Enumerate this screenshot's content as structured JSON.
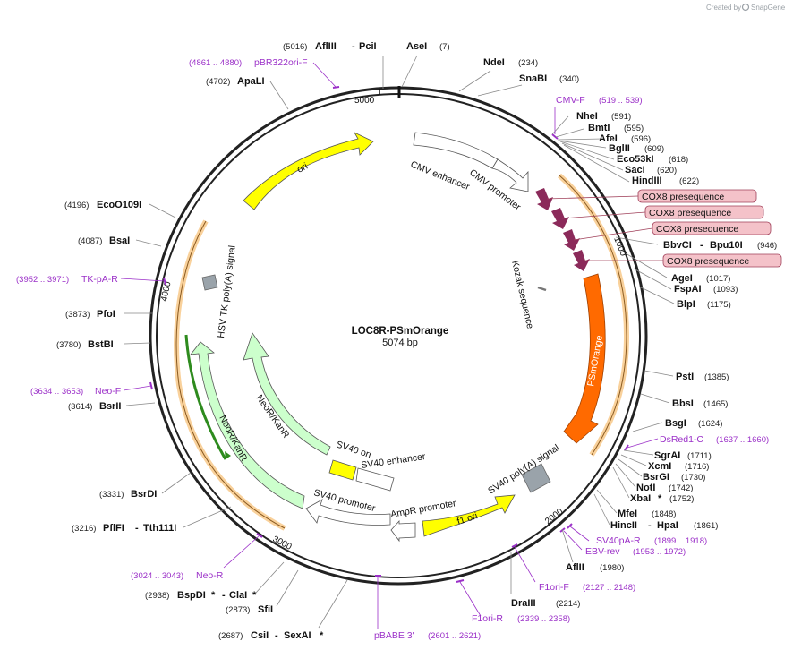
{
  "credit": {
    "created_by": "Created by",
    "brand": "SnapGene"
  },
  "plasmid": {
    "name": "LOC8R-PSmOrange",
    "length": "5074 bp"
  },
  "ticks": {
    "t1000": "1000",
    "t2000": "2000",
    "t3000": "3000",
    "t4000": "4000",
    "t5000": "5000"
  },
  "sites": {
    "afliii_top": {
      "pos": "(5016)",
      "name": "AflIII",
      "name2": "PciI"
    },
    "asei": {
      "name": "AseI",
      "pos": "(7)"
    },
    "ndei": {
      "name": "NdeI",
      "pos": "(234)"
    },
    "snabi": {
      "name": "SnaBI",
      "pos": "(340)"
    },
    "nhei": {
      "name": "NheI",
      "pos": "(591)"
    },
    "bmti": {
      "name": "BmtI",
      "pos": "(595)"
    },
    "afei": {
      "name": "AfeI",
      "pos": "(596)"
    },
    "bglii": {
      "name": "BglII",
      "pos": "(609)"
    },
    "eco53ki": {
      "name": "Eco53kI",
      "pos": "(618)"
    },
    "saci": {
      "name": "SacI",
      "pos": "(620)"
    },
    "hindiii": {
      "name": "HindIII",
      "pos": "(622)"
    },
    "bbvci": {
      "name": "BbvCI",
      "name2": "Bpu10I",
      "pos": "(946)"
    },
    "agei": {
      "name": "AgeI",
      "pos": "(1017)"
    },
    "fspai": {
      "name": "FspAI",
      "pos": "(1093)"
    },
    "blpi": {
      "name": "BlpI",
      "pos": "(1175)"
    },
    "psti": {
      "name": "PstI",
      "pos": "(1385)"
    },
    "bbsi": {
      "name": "BbsI",
      "pos": "(1465)"
    },
    "bsgi": {
      "name": "BsgI",
      "pos": "(1624)"
    },
    "sgrai": {
      "name": "SgrAI",
      "pos": "(1711)"
    },
    "xcmi": {
      "name": "XcmI",
      "pos": "(1716)"
    },
    "bsrgi": {
      "name": "BsrGI",
      "pos": "(1730)"
    },
    "noti": {
      "name": "NotI",
      "pos": "(1742)"
    },
    "xbai": {
      "name": "XbaI",
      "star": "*",
      "pos": "(1752)"
    },
    "mfei": {
      "name": "MfeI",
      "pos": "(1848)"
    },
    "hincii": {
      "name": "HincII",
      "name2": "HpaI",
      "pos": "(1861)"
    },
    "afliii_b": {
      "name": "AflII",
      "pos": "(1980)"
    },
    "draiii": {
      "name": "DraIII",
      "pos": "(2214)"
    },
    "csii": {
      "pos": "(2687)",
      "name": "CsiI",
      "name2": "SexAI",
      "star": "*"
    },
    "sfii": {
      "pos": "(2873)",
      "name": "SfiI"
    },
    "bspdi": {
      "pos": "(2938)",
      "name": "BspDI",
      "star": "*",
      "name2": "ClaI",
      "star2": "*"
    },
    "pflfi": {
      "pos": "(3216)",
      "name": "PflFI",
      "name2": "Tth111I"
    },
    "bsrdi": {
      "pos": "(3331)",
      "name": "BsrDI"
    },
    "bsrii": {
      "pos": "(3614)",
      "name": "BsrII"
    },
    "bstbi": {
      "pos": "(3780)",
      "name": "BstBI"
    },
    "pfoi": {
      "pos": "(3873)",
      "name": "PfoI"
    },
    "bsai": {
      "pos": "(4087)",
      "name": "BsaI"
    },
    "eco109i": {
      "pos": "(4196)",
      "name": "EcoO109I"
    },
    "apali": {
      "pos": "(4702)",
      "name": "ApaLI"
    }
  },
  "primers": {
    "pbr322": {
      "range": "(4861 .. 4880)",
      "name": "pBR322ori-F"
    },
    "cmvf": {
      "name": "CMV-F",
      "range": "(519 .. 539)"
    },
    "dsred1c": {
      "name": "DsRed1-C",
      "range": "(1637 .. 1660)"
    },
    "sv40par": {
      "name": "SV40pA-R",
      "range": "(1899 .. 1918)"
    },
    "ebvrev": {
      "name": "EBV-rev",
      "range": "(1953 .. 1972)"
    },
    "f1orif": {
      "name": "F1ori-F",
      "range": "(2127 .. 2148)"
    },
    "f1orir": {
      "name": "F1ori-R",
      "range": "(2339 .. 2358)"
    },
    "pbabe3": {
      "name": "pBABE 3'",
      "range": "(2601 .. 2621)"
    },
    "neor": {
      "range": "(3024 .. 3043)",
      "name": "Neo-R"
    },
    "neof": {
      "range": "(3634 .. 3653)",
      "name": "Neo-F"
    },
    "tkpar": {
      "range": "(3952 .. 3971)",
      "name": "TK-pA-R"
    }
  },
  "cox8": {
    "label": "COX8 presequence"
  },
  "features": {
    "ori": "ori",
    "cmv_enhancer": "CMV enhancer",
    "cmv_promoter": "CMV promoter",
    "kozak": "Kozak sequence",
    "psmorange": "PSmOrange",
    "sv40_polya": "SV40 poly(A) signal",
    "f1_ori": "f1 ori",
    "ampr_promoter": "AmpR promoter",
    "sv40_promoter": "SV40 promoter",
    "sv40_ori": "SV40 ori",
    "sv40_enhancer": "SV40 enhancer",
    "neor_inner": "NeoR/KanR",
    "neor_outer": "NeoR/KanR",
    "hsv_tk": "HSV TK poly(A) signal"
  },
  "colors": {
    "backbone": "#222222",
    "primer": "#9b30c8",
    "yellow": "#ffff00",
    "orange": "#ff6a00",
    "maroon": "#8b2a5a",
    "neo_fill": "#ccffcc",
    "pill_fill": "#f4c2c9",
    "pill_stroke": "#a0405a",
    "highlight": "#f7c27a",
    "gray_feature": "#9aa3aa"
  }
}
